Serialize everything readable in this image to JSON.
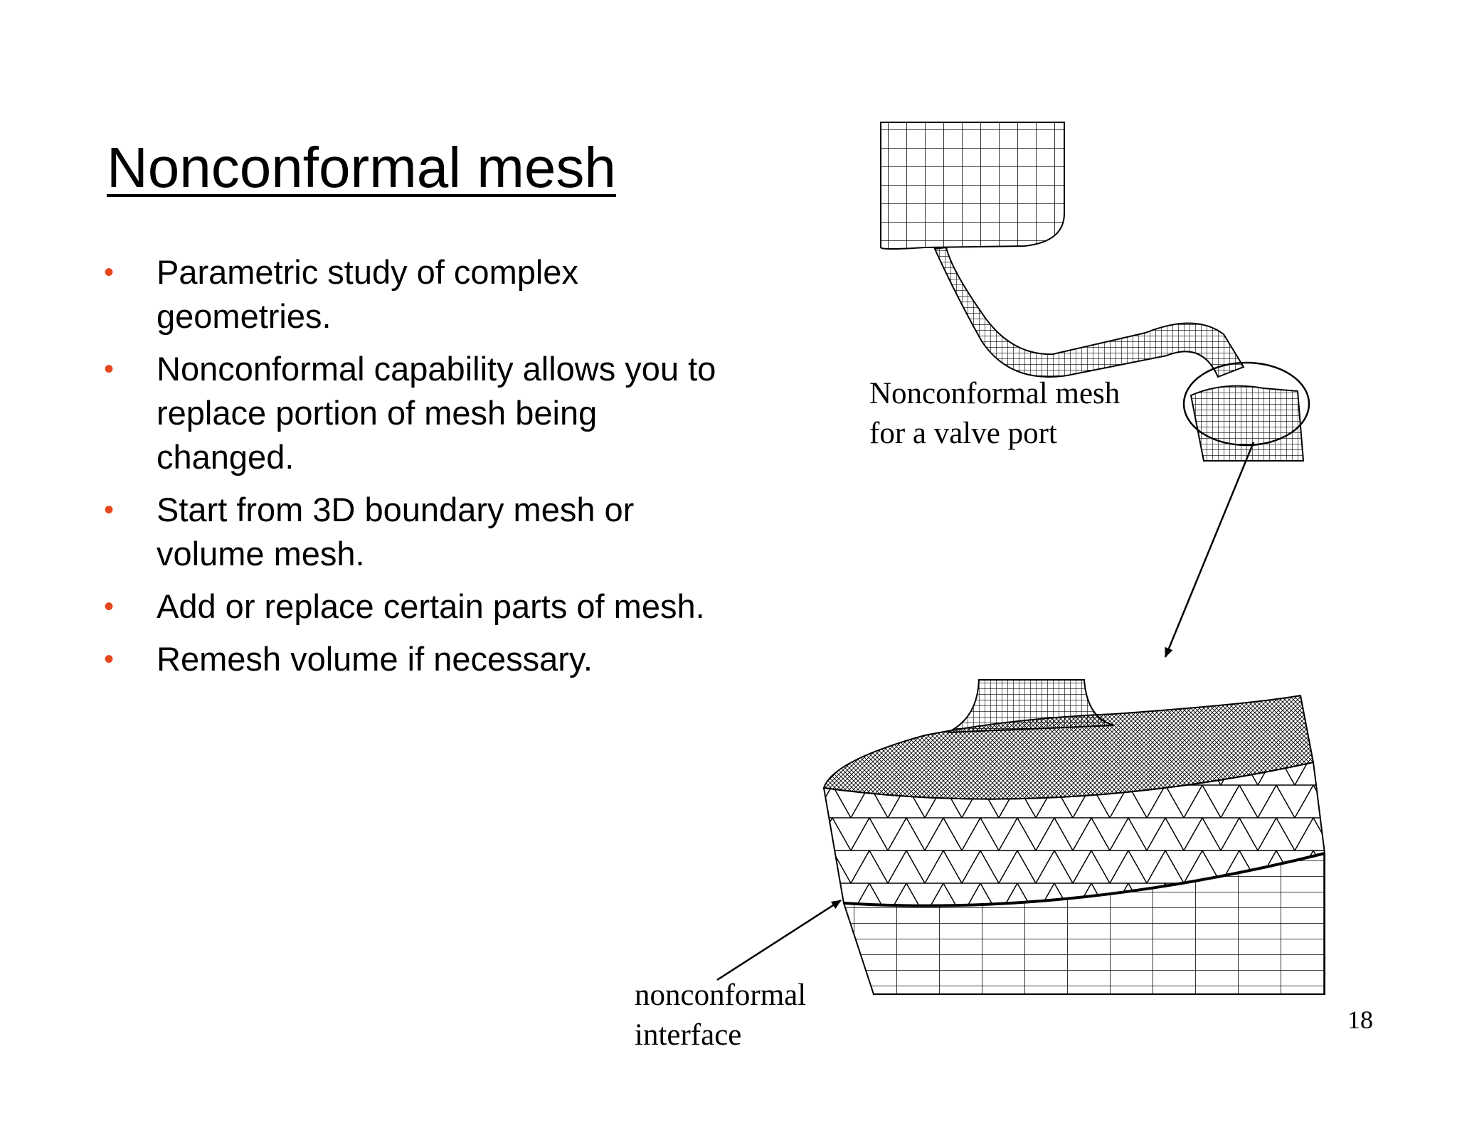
{
  "slide": {
    "title": "Nonconformal mesh",
    "bullets": [
      "Parametric study of complex geometries.",
      "Nonconformal capability allows you to replace portion of mesh being changed.",
      "Start from 3D boundary mesh or volume mesh.",
      "Add or replace certain parts of mesh.",
      "Remesh volume if necessary."
    ],
    "bullet_glyph": "•",
    "bullet_color": "#e8461e",
    "page_number": "18"
  },
  "figures": {
    "valve_port_caption": [
      "Nonconformal mesh",
      "for a valve port"
    ],
    "interface_caption": [
      "nonconformal",
      "interface"
    ]
  }
}
